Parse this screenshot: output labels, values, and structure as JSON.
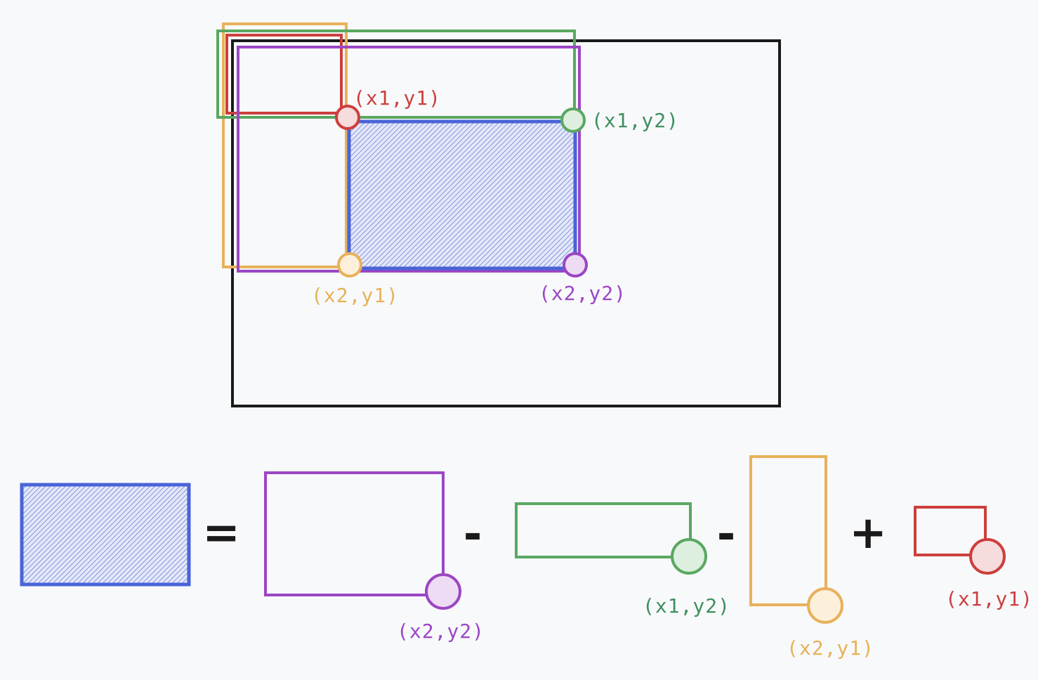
{
  "colors": {
    "background": "#f8f9fb",
    "frame": "#1a1a1a",
    "blue": "#4a63d8",
    "purple": "#9b46c4",
    "green": "#5aa861",
    "green_text": "#3f8f5f",
    "orange": "#e8b15a",
    "red": "#cc3f3d",
    "operator": "#1a1a1a"
  },
  "labels": {
    "x1y1": "(x1,y1)",
    "x1y2": "(x1,y2)",
    "x2y1": "(x2,y1)",
    "x2y2": "(x2,y2)"
  },
  "operators": {
    "equals": "=",
    "minus": "-",
    "plus": "+"
  }
}
